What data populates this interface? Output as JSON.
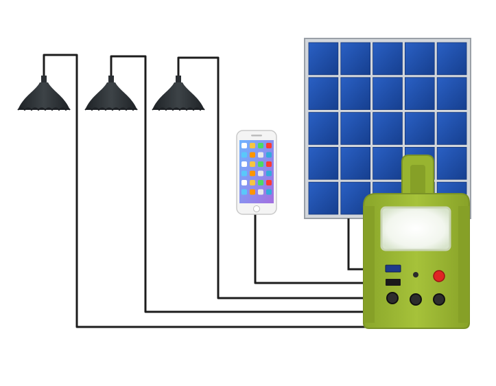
{
  "diagram": {
    "components": {
      "lamps": [
        {
          "id": "lamp-1"
        },
        {
          "id": "lamp-2"
        },
        {
          "id": "lamp-3"
        }
      ],
      "phone": {
        "id": "smartphone"
      },
      "solar_panel": {
        "id": "solar-panel",
        "grid": {
          "cols": 5,
          "rows": 5
        }
      },
      "controller": {
        "id": "solar-power-box"
      }
    },
    "colors": {
      "cable": "#1c1c1c",
      "panel_cell": "#1f4da3",
      "panel_cell_edge": "#15367a",
      "panel_frame": "#c8ccd2",
      "box_body": "#9db832",
      "box_dark": "#7a9226",
      "lamp_shade": "#2b2f33",
      "power_button": "#e02424",
      "light_window": "#eef2ea"
    }
  }
}
